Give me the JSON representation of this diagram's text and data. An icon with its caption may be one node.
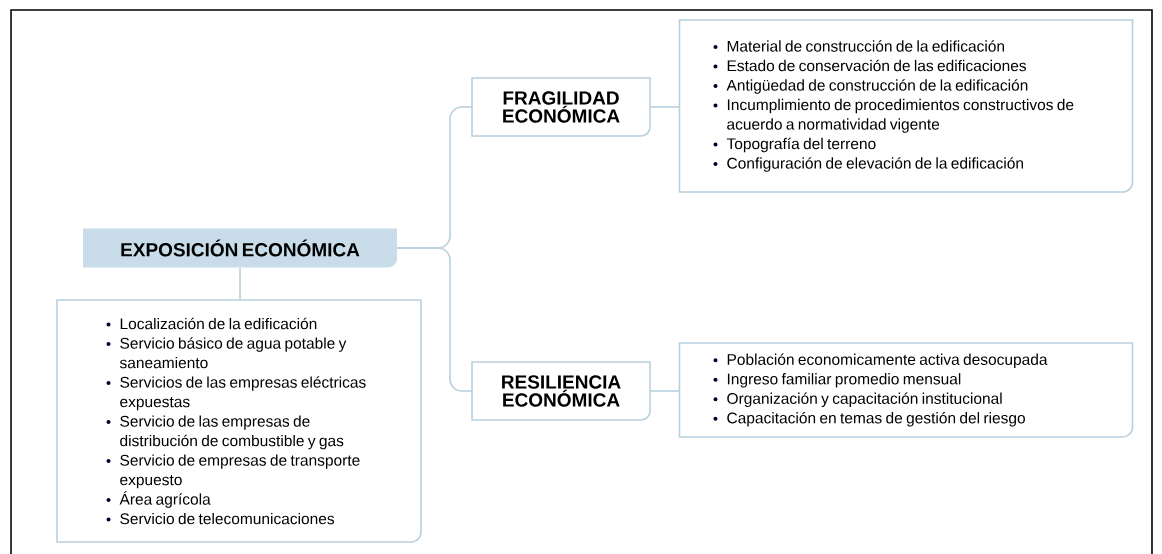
{
  "diagram": {
    "nodes": [
      {
        "text": [
          "EXPOSICIÓN ECONÓMICA"
        ]
      },
      {
        "text": [
          "Localización de la edificación",
          "Servicio básico de agua potable y saneamiento",
          "Servicios de las empresas eléctricas expuestas",
          "Servicio de las empresas de distribución de combustible y gas",
          "Servicio de empresas de transporte expuesto",
          "Área agrícola",
          "Servicio de telecomunicaciones"
        ]
      },
      {
        "text": [
          "FRAGILIDAD ECONÓMICA"
        ]
      },
      {
        "text": [
          "Material de construcción de la edificación",
          "Estado de conservación de las edificaciones",
          "Antigüedad de construcción de la edificación",
          "Incumplimiento de procedimientos constructivos de acuerdo a normatividad vigente",
          "Topografía del terreno",
          "Configuración de elevación de la edificación"
        ]
      },
      {
        "text": [
          "RESILIENCIA ECONÓMICA"
        ]
      },
      {
        "text": [
          "Población economicamente activa desocupada",
          "Ingreso familiar promedio mensual",
          "Organización y capacitación institucional",
          "Capacitación en temas de gestión del riesgo"
        ]
      }
    ],
    "edges": [
      {
        "from": 0,
        "to": 1,
        "arrow": "none"
      },
      {
        "from": 0,
        "to": 2,
        "arrow": "none"
      },
      {
        "from": 0,
        "to": 4,
        "arrow": "none"
      },
      {
        "from": 2,
        "to": 3,
        "arrow": "none"
      },
      {
        "from": 4,
        "to": 5,
        "arrow": "none"
      }
    ]
  }
}
